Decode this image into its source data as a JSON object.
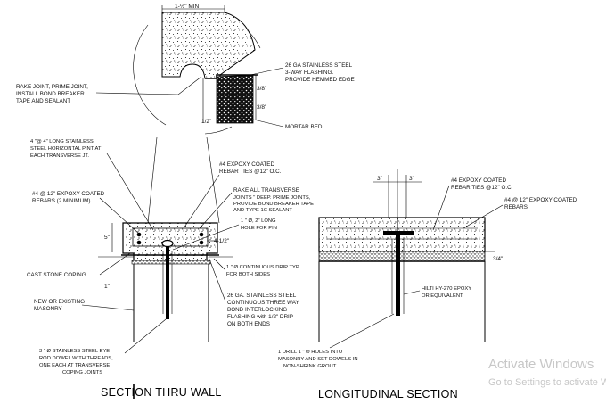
{
  "detail_circle": {
    "dim_width": "1-½\" MIN",
    "dim_3_8_top": "3/8\"",
    "dim_3_8_bottom": "3/8\"",
    "dim_1_2": "1/2\"",
    "note_flashing": [
      "26 GA STAINLESS STEEL",
      "3-WAY FLASHING.",
      "PROVIDE HEMMED EDGE"
    ],
    "note_rake": [
      "RAKE JOINT, PRIME JOINT,",
      "INSTALL BOND BREAKER",
      "TAPE AND SEALANT"
    ],
    "note_mortar": "MORTAR BED"
  },
  "section_thru_wall": {
    "title": "SECTION THRU WALL",
    "note_pint": [
      "4 \"@ 4\" LONG STAINLESS",
      "STEEL HORIZONTAL PINT AT",
      "EACH TRANSVERSE JT."
    ],
    "note_rebar_ties": [
      "#4 EXPOXY COATED",
      "REBAR TIES @12\" O.C."
    ],
    "note_rebars": [
      "#4 @ 12\" EXPOXY COATED",
      "REBARS (2 MINIMUM)"
    ],
    "note_rake_all": [
      "RAKE ALL TRANSVERSE",
      "JOINTS \" DEEP. PRIME JOINTS,",
      "PROVIDE BOND BREAKER TAPE",
      "AND TYPE 1C SEALANT"
    ],
    "note_pin": [
      "1 \" Ø, 2\" LONG",
      "HOLE FOR PIN"
    ],
    "note_drip": [
      "1 \" Ø CONTINUOUS DRIP TYP",
      "FOR BOTH SIDES"
    ],
    "note_coping": "CAST STONE COPING",
    "note_masonry": [
      "NEW OR EXISTING",
      "MASONRY"
    ],
    "note_flashing": [
      "26 GA. STAINLESS STEEL",
      "CONTINUOUS THREE WAY",
      "BOND INTERLOCKING",
      "FLASHING with 1/2\" DRIP",
      "ON BOTH ENDS"
    ],
    "note_eye_rod": [
      "3 \" Ø STAINLESS STEEL EYE",
      "ROD DOWEL WITH THREADS,",
      "ONE EACH AT TRANSVERSE",
      "COPING JOINTS"
    ],
    "dim_5": "5\"",
    "dim_1": "1\"",
    "dim_4_half": "4-1/2\""
  },
  "longitudinal_section": {
    "title": "LONGITUDINAL SECTION",
    "note_rebar_ties": [
      "#4 EXPOXY COATED",
      "REBAR TIES @12\" O.C."
    ],
    "note_rebars": [
      "#4 @ 12\" EXPOXY COATED",
      "REBARS"
    ],
    "note_hilti": [
      "HILTI HY-270 EPOXY",
      "OR EQUIVALENT"
    ],
    "note_drill": [
      "1 DRILL 1 \" Ø HOLES INTO",
      "MASONRY AND SET DOWELS IN",
      "NON-SHRINK GROUT"
    ],
    "dim_3_left": "3\"",
    "dim_3_right": "3\"",
    "dim_3_4": "3/4\""
  },
  "watermark": {
    "line1": "Activate Windows",
    "line2": "Go to Settings to activate Windows."
  }
}
